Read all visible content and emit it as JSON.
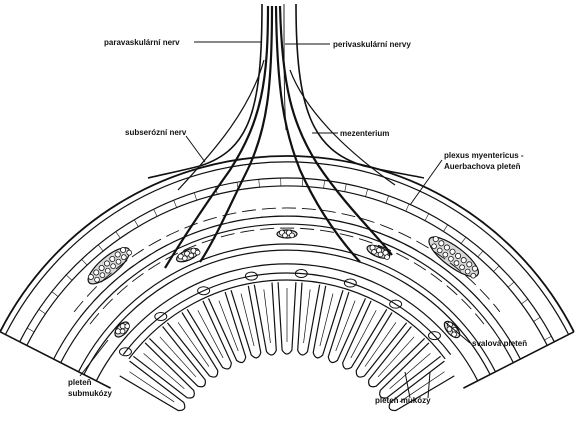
{
  "diagram": {
    "labels": {
      "paravascular_nerve": "paravaskulární nerv",
      "perivascular_nerves": "perivaskulární nervy",
      "subserous_nerve": "subserózní nerv",
      "mesentery": "mezenterium",
      "myenteric_plexus_line1": "plexus myentericus -",
      "myenteric_plexus_line2": "Auerbachova pleteň",
      "muscular_plexus": "svalová pleteň",
      "submucosal_plexus_line1": "pleteň",
      "submucosal_plexus_line2": "submukózy",
      "mucosal_plexus": "pleteň mukózy"
    }
  }
}
